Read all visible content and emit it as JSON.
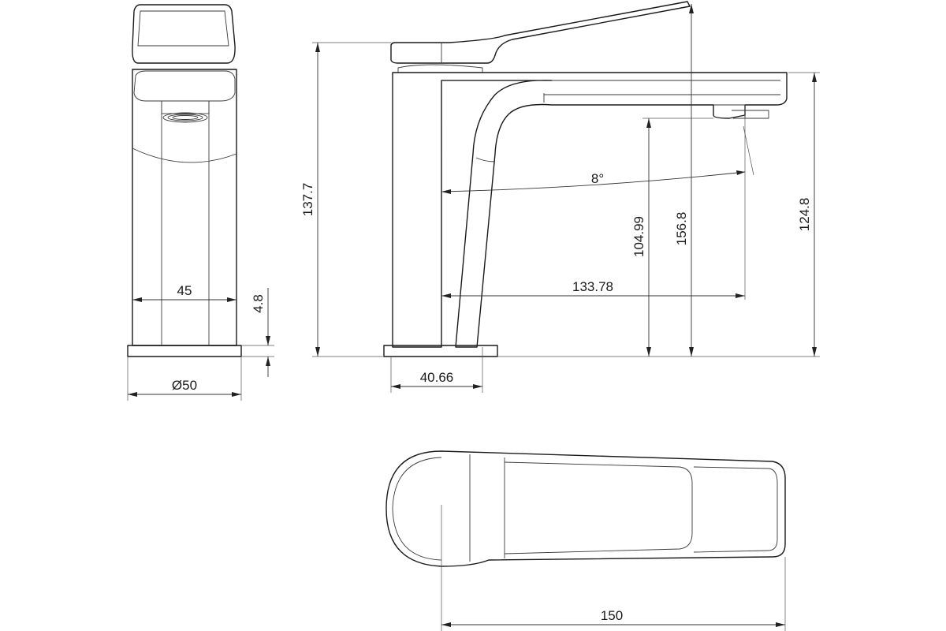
{
  "dimensions": {
    "width_45": "45",
    "base_thickness": "4.8",
    "diameter_base": "Ø50",
    "total_height": "137.7",
    "angle": "8°",
    "spout_height": "104.99",
    "handle_height": "156.8",
    "body_height": "124.8",
    "spout_reach": "133.78",
    "base_offset": "40.66",
    "total_length": "150"
  }
}
